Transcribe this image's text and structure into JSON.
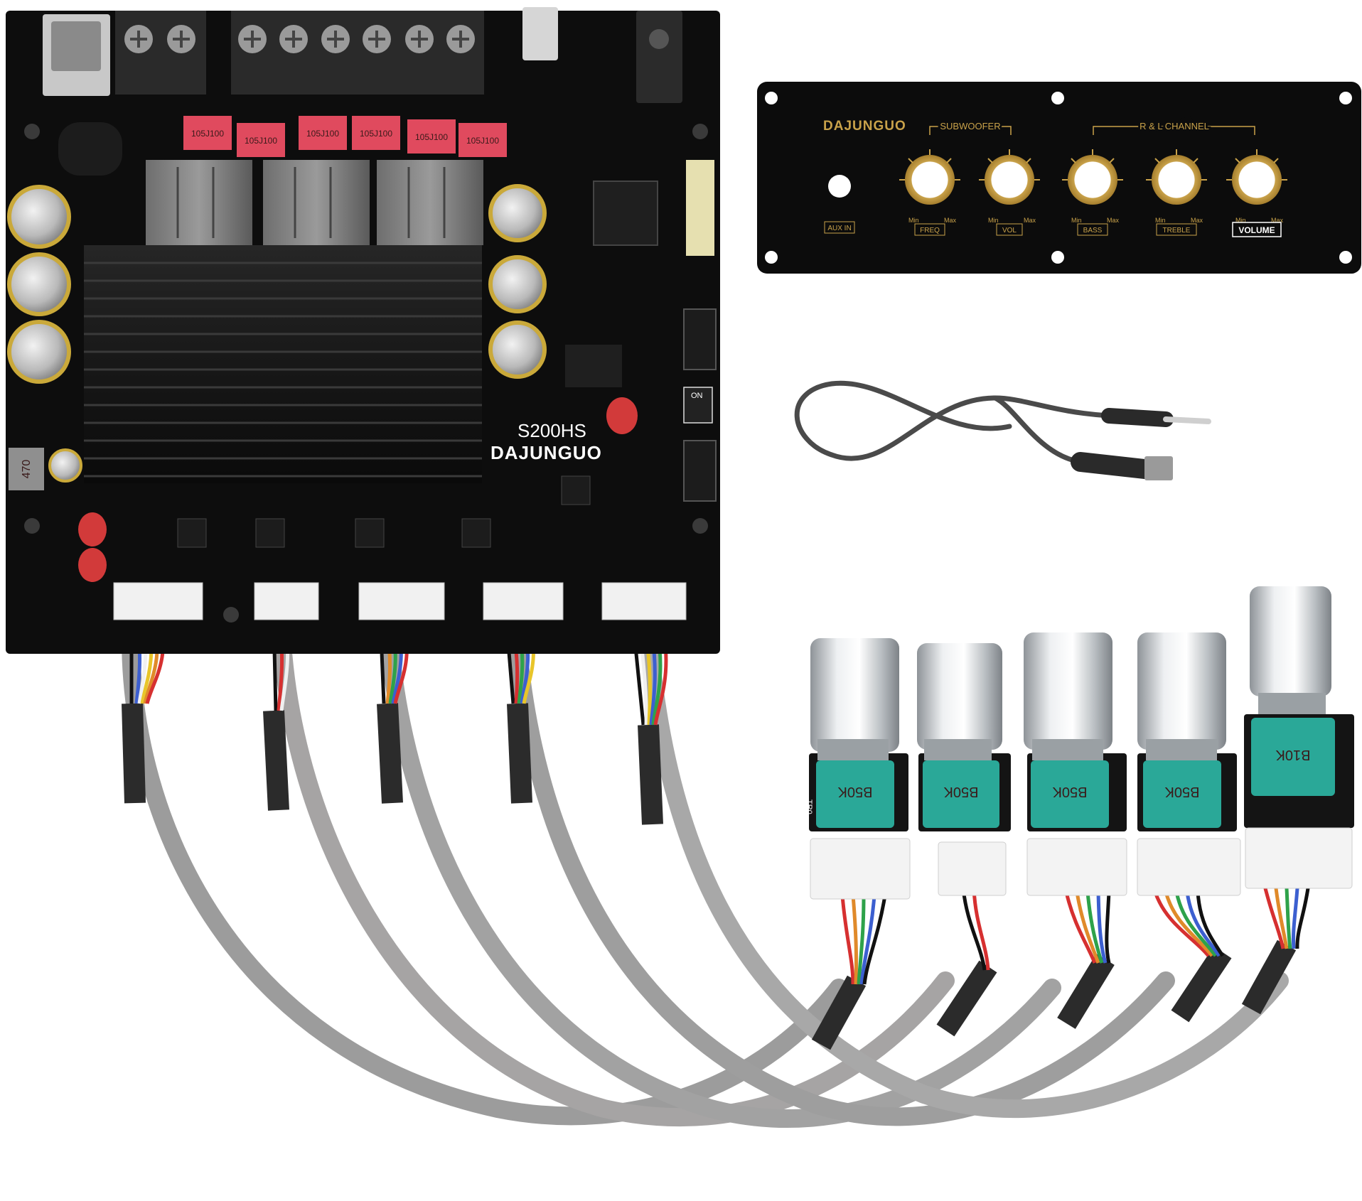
{
  "board": {
    "model": "S200HS",
    "brand": "DAJUNGUO",
    "capacitor_labels": [
      "105J100",
      "105J100",
      "105J100",
      "105J100",
      "105J100",
      "105J100"
    ],
    "inductor_label": "470",
    "switch_label": "ON"
  },
  "panel": {
    "brand": "DAJUNGUO",
    "aux_label": "AUX IN",
    "group_subwoofer": "SUBWOOFER",
    "group_rl": "R & L CHANNEL",
    "min_label": "Min",
    "max_label": "Max",
    "knob_labels": [
      "FREQ",
      "VOL",
      "BASS",
      "TREBLE",
      "VOLUME"
    ]
  },
  "potentiometers": {
    "labels": [
      "B50K",
      "B50K",
      "B50K",
      "B50K",
      "B10K"
    ],
    "board_label": "TR0"
  },
  "colors": {
    "pcb": "#0d0d0d",
    "heatsink": "#1a1a1a",
    "capacitor_red": "#e04a5e",
    "panel_gold": "#c9a24a",
    "cable_gray": "#a9a9a9",
    "pot_teal": "#2aa898",
    "knob_silver": "#cfd3d6"
  }
}
